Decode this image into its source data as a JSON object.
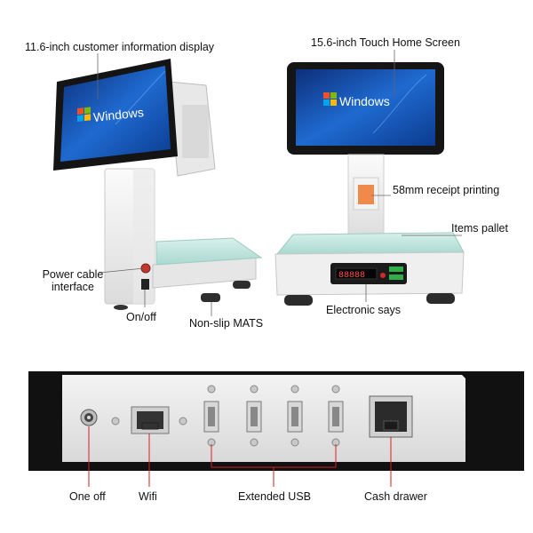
{
  "labels": {
    "customer_display": "11.6-inch customer information display",
    "touch_screen": "15.6-inch Touch Home Screen",
    "receipt": "58mm receipt printing",
    "pallet": "Items pallet",
    "power_cable": "Power cable interface",
    "on_off": "On/off",
    "non_slip": "Non-slip MATS",
    "electronic": "Electronic says",
    "one_off": "One off",
    "wifi": "Wifi",
    "usb": "Extended USB",
    "cash_drawer": "Cash drawer"
  },
  "screens": {
    "left_logo": "Windows",
    "right_logo": "Windows"
  },
  "colors": {
    "screen_blue": "#1f5fb8",
    "leader_red": "#d22020",
    "panel_black": "#111111",
    "printer_orange": "#f08a4b"
  },
  "icons": [
    "windows-flag-icon",
    "ethernet-port-icon",
    "usb-port-icon",
    "power-jack-icon",
    "screw-icon"
  ]
}
